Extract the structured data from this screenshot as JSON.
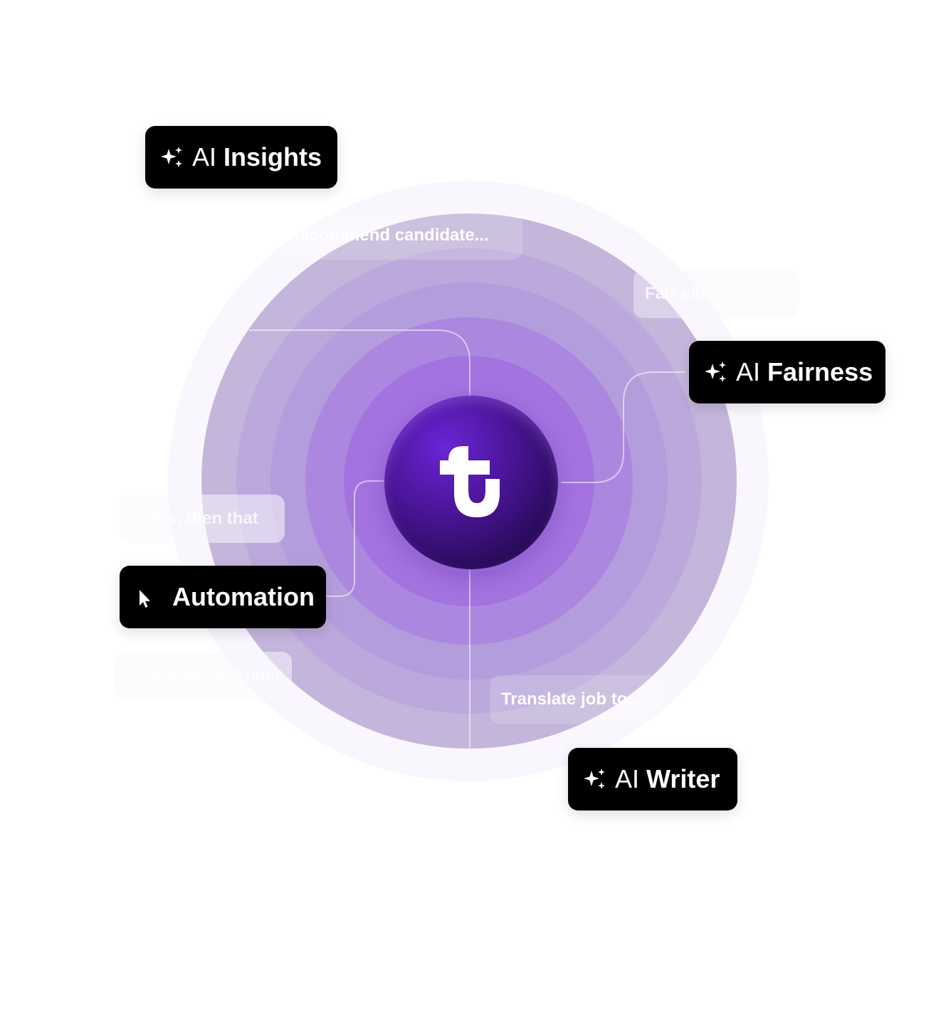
{
  "chips": {
    "insights": {
      "prefix": "AI",
      "label": "Insights",
      "icon": "sparkles-icon"
    },
    "fairness": {
      "prefix": "AI",
      "label": "Fairness",
      "icon": "sparkles-icon"
    },
    "automation": {
      "label": "Automation",
      "icon": "cursor-icon"
    },
    "writer": {
      "prefix": "AI",
      "label": "Writer",
      "icon": "sparkles-icon"
    }
  },
  "prompts": {
    "recommend": "Recommend candidate...",
    "fair": "Fair evaluations",
    "if_then": "If this, then that",
    "sent_later": "Schedule sent later",
    "translate": "Translate job to..."
  },
  "colors": {
    "accent": "#6a24d6",
    "chip_bg": "#000000",
    "ring_outer": "#c3b3da",
    "ring_inner": "#9f64e4"
  }
}
